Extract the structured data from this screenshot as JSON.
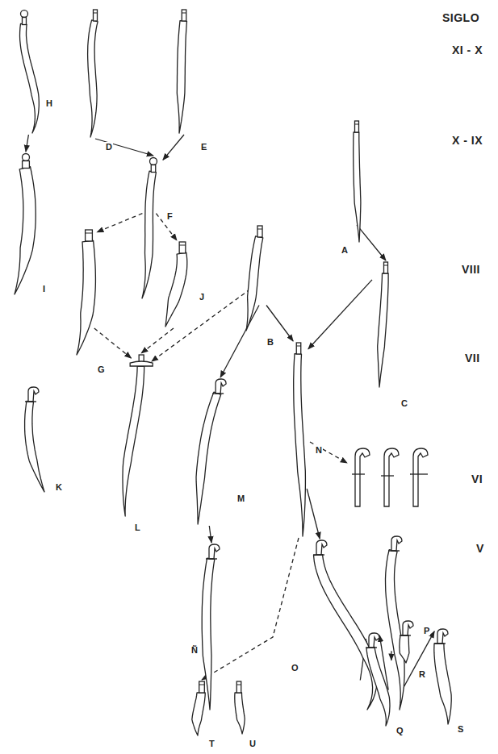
{
  "diagram": {
    "nodes": [
      {
        "text": [
          "H"
        ]
      },
      {
        "text": [
          "I"
        ]
      },
      {
        "text": [
          "D"
        ]
      },
      {
        "text": [
          "E"
        ]
      },
      {
        "text": [
          "F"
        ]
      },
      {
        "text": [
          "G"
        ]
      },
      {
        "text": [
          "J"
        ]
      },
      {
        "text": [
          "B"
        ]
      },
      {
        "text": [
          "A"
        ]
      },
      {
        "text": [
          "C"
        ]
      },
      {
        "text": [
          "K"
        ]
      },
      {
        "text": [
          "L"
        ]
      },
      {
        "text": [
          "M"
        ]
      },
      {
        "text": [
          "N"
        ]
      },
      {
        "text": [
          "Ñ"
        ]
      },
      {
        "text": [
          "O"
        ]
      },
      {
        "text": [
          "P"
        ]
      },
      {
        "text": [
          "Q"
        ]
      },
      {
        "text": [
          "R"
        ]
      },
      {
        "text": [
          "S"
        ]
      },
      {
        "text": [
          "T"
        ]
      },
      {
        "text": [
          "U"
        ]
      }
    ],
    "edges": [
      {
        "from": 0,
        "to": 1,
        "arrow": "to"
      },
      {
        "from": 2,
        "to": 4,
        "arrow": "to"
      },
      {
        "from": 3,
        "to": 4,
        "arrow": "to"
      },
      {
        "from": 4,
        "to": 5,
        "arrow": "to"
      },
      {
        "from": 4,
        "to": 6,
        "arrow": "to"
      },
      {
        "from": 5,
        "to": 11,
        "arrow": "to"
      },
      {
        "from": 6,
        "to": 11,
        "arrow": "to"
      },
      {
        "from": 7,
        "to": 11,
        "arrow": "to"
      },
      {
        "from": 7,
        "to": 12,
        "arrow": "to"
      },
      {
        "from": 7,
        "to": 13,
        "arrow": "to"
      },
      {
        "from": 8,
        "to": 9,
        "arrow": "to"
      },
      {
        "from": 9,
        "to": 13,
        "arrow": "to"
      },
      {
        "from": 12,
        "to": 14,
        "arrow": "to"
      },
      {
        "from": 13,
        "to": 15,
        "arrow": "to"
      },
      {
        "from": 13,
        "to": 20,
        "arrow": "to"
      },
      {
        "from": 15,
        "to": 17,
        "arrow": "to"
      },
      {
        "from": 16,
        "to": 17,
        "arrow": "to"
      },
      {
        "from": 16,
        "to": 19,
        "arrow": "to"
      },
      {
        "from": 18,
        "to": 17,
        "arrow": "to"
      }
    ],
    "labels": [
      "SIGLO",
      "XI - X",
      "X - IX",
      "VIII",
      "VII",
      "VI",
      "V"
    ]
  }
}
